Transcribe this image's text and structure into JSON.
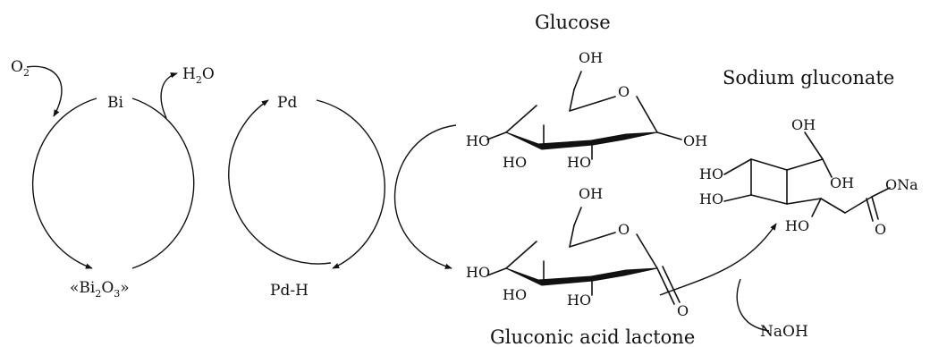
{
  "catalytic_cycle": {
    "o2": {
      "main": "O",
      "sub": "2"
    },
    "bi": "Bi",
    "h2o": {
      "pre": "H",
      "sub": "2",
      "post": "O"
    },
    "bi2o3": {
      "open": "«Bi",
      "sub1": "2",
      "mid": "O",
      "sub2": "3",
      "close": "»"
    },
    "pd": "Pd",
    "pd_h": "Pd-H",
    "naoh": "NaOH"
  },
  "molecules": {
    "glucose": {
      "name": "Glucose",
      "atoms": {
        "top_oh": "OH",
        "ring_o": "O",
        "right_oh": "OH",
        "left_ho": "HO",
        "ho2": "HO",
        "ho3": "HO"
      }
    },
    "lactone": {
      "name": "Gluconic acid lactone",
      "atoms": {
        "top_oh": "OH",
        "ring_o": "O",
        "carbonyl_o": "O",
        "left_ho": "HO",
        "ho2": "HO",
        "ho3": "HO"
      }
    },
    "gluconate": {
      "name": "Sodium gluconate",
      "atoms": {
        "oh1": "OH",
        "oh2": "OH",
        "ho1": "HO",
        "ho2": "HO",
        "ho3": "HO",
        "ona": "ONa",
        "carbonyl_o": "O"
      }
    }
  },
  "style": {
    "ink": "#111111",
    "background": "#ffffff"
  }
}
